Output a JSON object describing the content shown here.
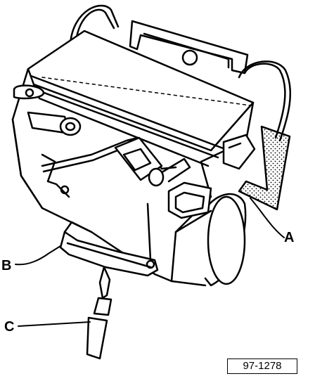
{
  "callouts": {
    "a": "A",
    "b": "B",
    "c": "C"
  },
  "figure_reference": "97-1278",
  "colors": {
    "line": "#000000",
    "background": "#ffffff"
  }
}
